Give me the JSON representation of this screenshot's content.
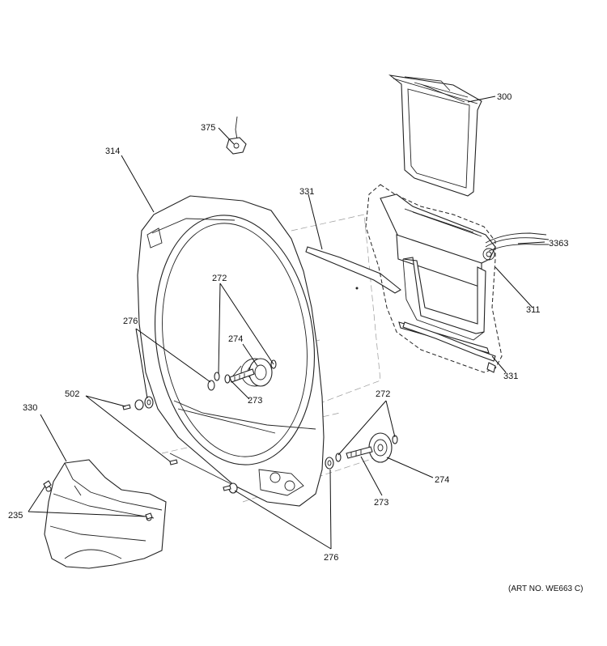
{
  "labels": {
    "p300": "300",
    "p375": "375",
    "p314": "314",
    "p331_top": "331",
    "p3363": "3363",
    "p311": "311",
    "p331_bottom": "331",
    "p272_left": "272",
    "p276_left": "276",
    "p274_left": "274",
    "p273_left": "273",
    "p502": "502",
    "p330": "330",
    "p272_right": "272",
    "p274_right": "274",
    "p273_right": "273",
    "p235": "235",
    "p276_bottom": "276"
  },
  "art_number": "(ART NO. WE663 C)"
}
